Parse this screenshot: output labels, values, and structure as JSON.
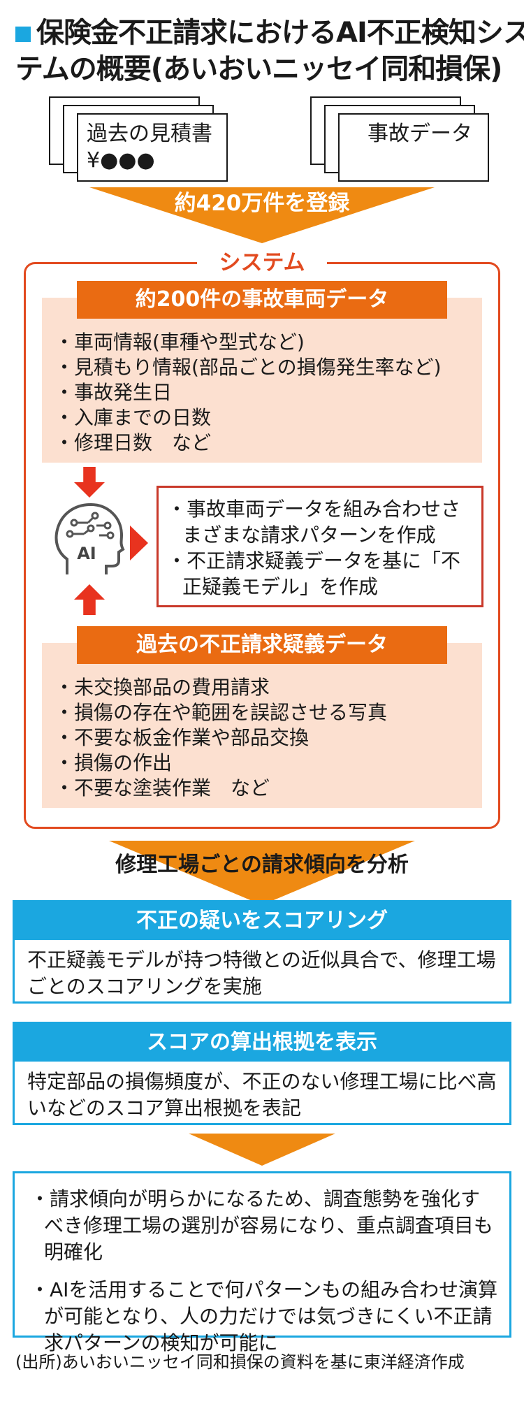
{
  "title": {
    "line1": "保険金不正請求におけるAI不正検知シス",
    "line2": "テムの概要(あいおいニッセイ同和損保)",
    "marker_color": "#1ba7e0"
  },
  "inputs": {
    "estimate_label": "過去の見積書",
    "estimate_value": "¥●●●",
    "accident_label": "事故データ"
  },
  "register_label": "約420万件を登録",
  "system": {
    "label": "システム",
    "vehicle_header": "約200件の事故車両データ",
    "vehicle_items": [
      "・車両情報(車種や型式など)",
      "・見積もり情報(部品ごとの損傷発生率など)",
      "・事故発生日",
      "・入庫までの日数",
      "・修理日数　など"
    ],
    "ai_icon_label": "AI",
    "ai_outputs": [
      "・事故車両データを組み合わせさまざまな請求パターンを作成",
      "・不正請求疑義データを基に「不正疑義モデル」を作成"
    ],
    "fraud_header": "過去の不正請求疑義データ",
    "fraud_items": [
      "・未交換部品の費用請求",
      "・損傷の存在や範囲を誤認させる写真",
      "・不要な板金作業や部品交換",
      "・損傷の作出",
      "・不要な塗装作業　など"
    ]
  },
  "analysis_label": "修理工場ごとの請求傾向を分析",
  "scoring": {
    "header": "不正の疑いをスコアリング",
    "body": "不正疑義モデルが持つ特徴との近似具合で、修理工場ごとのスコアリングを実施"
  },
  "basis": {
    "header": "スコアの算出根拠を表示",
    "body": "特定部品の損傷頻度が、不正のない修理工場に比べ高いなどのスコア算出根拠を表記"
  },
  "results": [
    "・請求傾向が明らかになるため、調査態勢を強化すべき修理工場の選別が容易になり、重点調査項目も明確化",
    "・AIを活用することで何パターンもの組み合わせ演算が可能となり、人の力だけでは気づきにくい不正請求パターンの検知が可能に"
  ],
  "source": "(出所)あいおいニッセイ同和損保の資料を基に東洋経済作成",
  "colors": {
    "orange": "#ef8a12",
    "red": "#e24a1f",
    "blue": "#1ba7e0",
    "peach": "#fce0d0"
  }
}
